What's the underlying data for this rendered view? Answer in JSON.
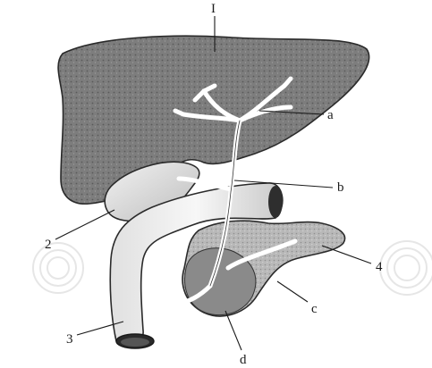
{
  "diagram": {
    "labels": {
      "liver": "I",
      "bile_duct_branches": "a",
      "common_bile_duct": "b",
      "gallbladder": "2",
      "duodenum": "3",
      "pancreas": "4",
      "pancreatic_duct": "c",
      "ampulla": "d"
    }
  }
}
